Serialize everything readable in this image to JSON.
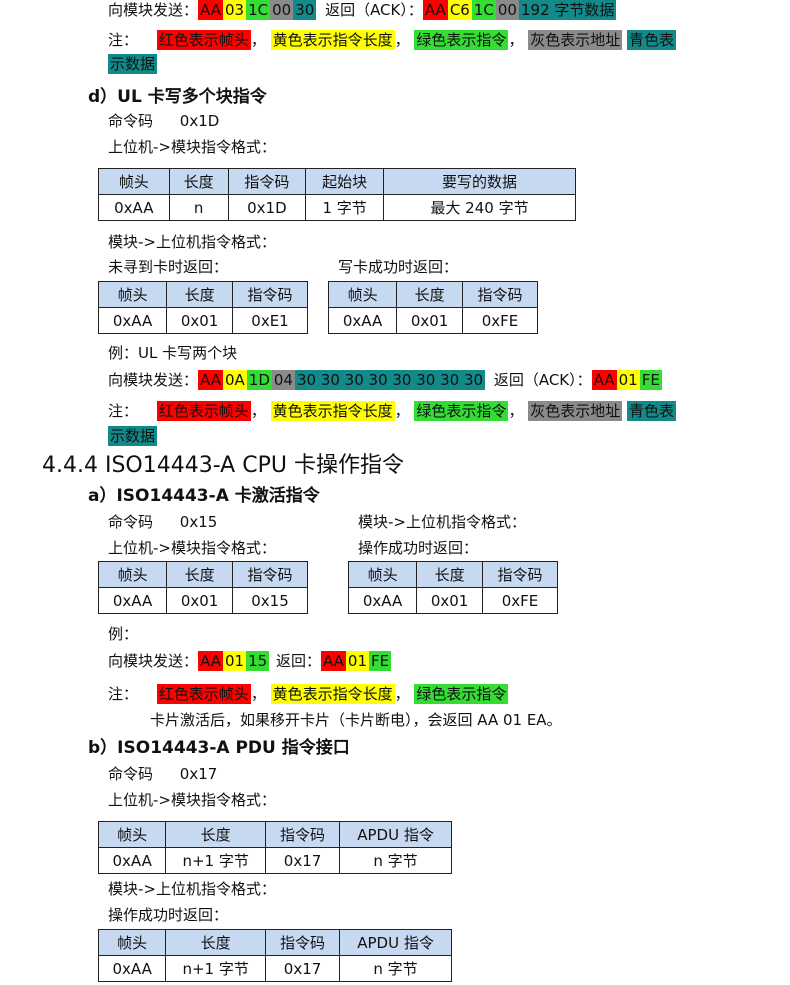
{
  "top": {
    "send_label": "向模块发送：",
    "send_bytes": [
      {
        "text": "AA",
        "c": "r"
      },
      {
        "text": "03",
        "c": "y"
      },
      {
        "text": "1C",
        "c": "g"
      },
      {
        "text": "00",
        "c": "gr"
      },
      {
        "text": "30",
        "c": "tl"
      }
    ],
    "return_label": "返回（ACK）：",
    "return_bytes": [
      {
        "text": "AA",
        "c": "r"
      },
      {
        "text": "C6",
        "c": "y"
      },
      {
        "text": "1C",
        "c": "g"
      },
      {
        "text": "00",
        "c": "gr"
      },
      {
        "text": "192 字节数据",
        "c": "tl"
      }
    ]
  },
  "legend": {
    "note": "注：",
    "red": "红色表示帧头",
    "comma1": "，",
    "yellow": "黄色表示指令长度",
    "comma2": "，",
    "green": "绿色表示指令",
    "comma3": "，",
    "gray": "灰色表示地址",
    "teal_a": "青色表",
    "teal_b": "示数据",
    "teal_full_a": "青色表",
    "teal_full_b": "示数据"
  },
  "section_d": {
    "heading": "d）UL 卡写多个块指令",
    "cmd_code_label": "命令码",
    "cmd_code": "0x1D",
    "host_fmt": "上位机->模块指令格式：",
    "table1": {
      "headers": [
        "帧头",
        "长度",
        "指令码",
        "起始块",
        "要写的数据"
      ],
      "row": [
        "0xAA",
        "n",
        "0x1D",
        "1 字节",
        "最大 240 字节"
      ]
    },
    "module_fmt": "模块->上位机指令格式：",
    "not_found": "未寻到卡时返回：",
    "write_ok": "写卡成功时返回：",
    "table2": {
      "headers": [
        "帧头",
        "长度",
        "指令码"
      ],
      "row": [
        "0xAA",
        "0x01",
        "0xE1"
      ]
    },
    "table3": {
      "headers": [
        "帧头",
        "长度",
        "指令码"
      ],
      "row": [
        "0xAA",
        "0x01",
        "0xFE"
      ]
    },
    "example": "例：UL 卡写两个块",
    "send_label": "向模块发送：",
    "send_bytes": [
      {
        "text": "AA",
        "c": "r"
      },
      {
        "text": "0A",
        "c": "y"
      },
      {
        "text": "1D",
        "c": "g"
      },
      {
        "text": "04",
        "c": "gr"
      },
      {
        "text": "30 30 30 30 30 30 30 30",
        "c": "tl"
      }
    ],
    "return_label": "返回（ACK）：",
    "return_bytes": [
      {
        "text": "AA",
        "c": "r"
      },
      {
        "text": "01",
        "c": "y"
      },
      {
        "text": "FE",
        "c": "g"
      }
    ]
  },
  "section_444": {
    "heading": "4.4.4  ISO14443-A CPU 卡操作指令",
    "a_heading": "a）ISO14443-A  卡激活指令",
    "cmd_code_label": "命令码",
    "cmd_code": "0x15",
    "host_fmt": "上位机->模块指令格式：",
    "module_fmt": "模块->上位机指令格式：",
    "op_ok": "操作成功时返回：",
    "table1": {
      "headers": [
        "帧头",
        "长度",
        "指令码"
      ],
      "row": [
        "0xAA",
        "0x01",
        "0x15"
      ]
    },
    "table2": {
      "headers": [
        "帧头",
        "长度",
        "指令码"
      ],
      "row": [
        "0xAA",
        "0x01",
        "0xFE"
      ]
    },
    "example": "例：",
    "send_label": "向模块发送：",
    "send_bytes": [
      {
        "text": "AA",
        "c": "r"
      },
      {
        "text": "01",
        "c": "y"
      },
      {
        "text": "15",
        "c": "g"
      }
    ],
    "return_label": "返回：",
    "return_bytes": [
      {
        "text": "AA",
        "c": "r"
      },
      {
        "text": "01",
        "c": "y"
      },
      {
        "text": "FE",
        "c": "g"
      }
    ],
    "note": "注：",
    "red": "红色表示帧头",
    "comma1": "，",
    "yellow": "黄色表示指令长度",
    "comma2": "，",
    "green": "绿色表示指令",
    "remark": "卡片激活后，如果移开卡片（卡片断电），会返回 AA 01 EA。"
  },
  "section_b": {
    "heading": "b）ISO14443-A PDU 指令接口",
    "cmd_code_label": "命令码",
    "cmd_code": "0x17",
    "host_fmt": "上位机->模块指令格式：",
    "table1": {
      "headers": [
        "帧头",
        "长度",
        "指令码",
        "APDU 指令"
      ],
      "row": [
        "0xAA",
        "n+1 字节",
        "0x17",
        "n 字节"
      ]
    },
    "module_fmt": "模块->上位机指令格式：",
    "op_ok": "操作成功时返回：",
    "table2": {
      "headers": [
        "帧头",
        "长度",
        "指令码",
        "APDU 指令"
      ],
      "row": [
        "0xAA",
        "n+1 字节",
        "0x17",
        "n 字节"
      ]
    }
  }
}
